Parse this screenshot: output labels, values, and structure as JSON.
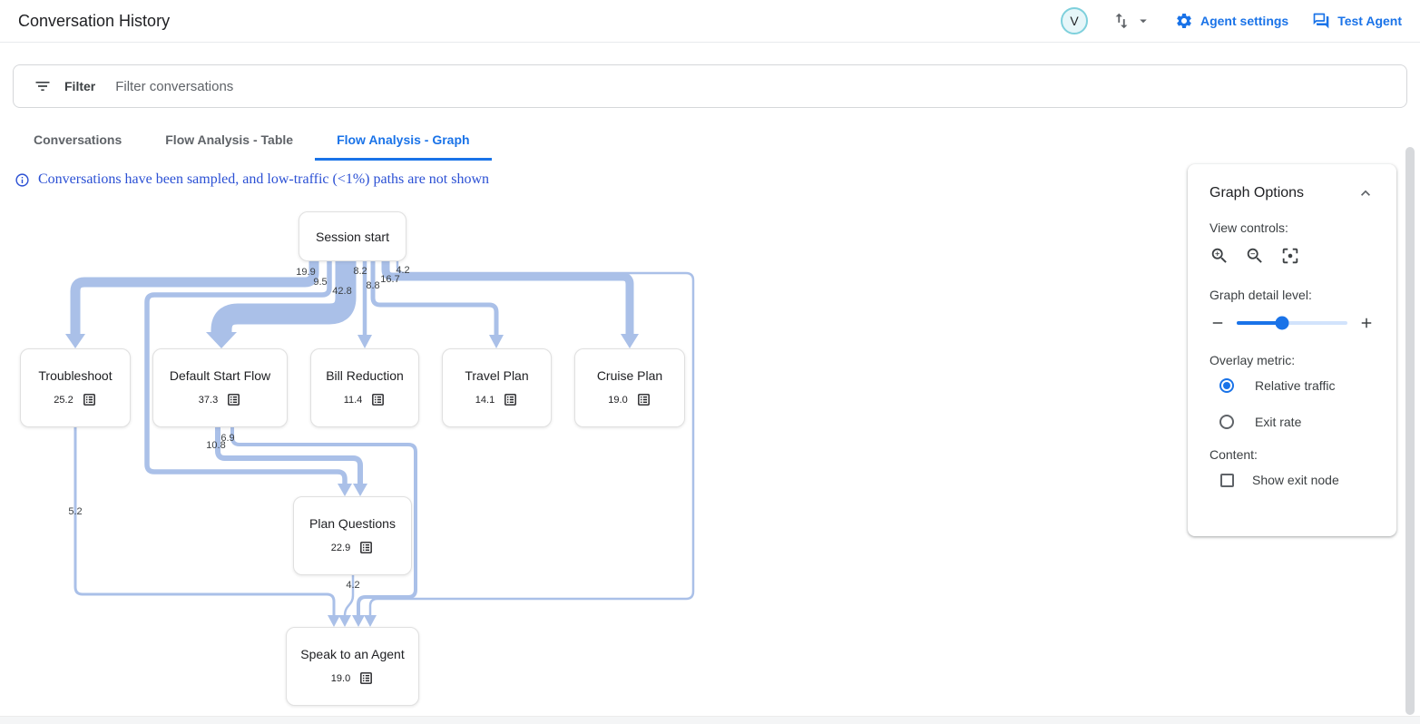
{
  "header": {
    "title": "Conversation History",
    "avatar_letter": "V",
    "agent_settings_label": "Agent settings",
    "test_agent_label": "Test Agent"
  },
  "filter_bar": {
    "filter_label": "Filter",
    "placeholder": "Filter conversations"
  },
  "tabs": [
    {
      "label": "Conversations",
      "active": false
    },
    {
      "label": "Flow Analysis - Table",
      "active": false
    },
    {
      "label": "Flow Analysis - Graph",
      "active": true
    }
  ],
  "notice": "Conversations have been sampled, and low-traffic (<1%) paths are not shown",
  "graph": {
    "nodes": [
      {
        "label": "Session start"
      },
      {
        "label": "Troubleshoot",
        "value": "25.2"
      },
      {
        "label": "Default Start Flow",
        "value": "37.3"
      },
      {
        "label": "Bill Reduction",
        "value": "11.4"
      },
      {
        "label": "Travel Plan",
        "value": "14.1"
      },
      {
        "label": "Cruise Plan",
        "value": "19.0"
      },
      {
        "label": "Plan Questions",
        "value": "22.9"
      },
      {
        "label": "Speak to an Agent",
        "value": "19.0"
      }
    ],
    "edges": [
      {
        "from": "Session start",
        "to": "Troubleshoot",
        "value": "19.9"
      },
      {
        "from": "Session start",
        "to": "Plan Questions",
        "value": "9.5"
      },
      {
        "from": "Session start",
        "to": "Default Start Flow",
        "value": "42.8"
      },
      {
        "from": "Session start",
        "to": "Bill Reduction",
        "value": "8.2"
      },
      {
        "from": "Session start",
        "to": "Travel Plan",
        "value": "8.8"
      },
      {
        "from": "Session start",
        "to": "Cruise Plan",
        "value": "16.7"
      },
      {
        "from": "Session start",
        "to": "Speak to an Agent",
        "value": "4.2"
      },
      {
        "from": "Default Start Flow",
        "to": "Plan Questions",
        "value": "10.8"
      },
      {
        "from": "Default Start Flow",
        "to": "Speak to an Agent",
        "value": "6.9"
      },
      {
        "from": "Troubleshoot",
        "to": "Speak to an Agent",
        "value": "5.2"
      },
      {
        "from": "Plan Questions",
        "to": "Speak to an Agent",
        "value": "4.2"
      }
    ]
  },
  "graph_options": {
    "title": "Graph Options",
    "view_controls_label": "View controls:",
    "detail_level_label": "Graph detail level:",
    "overlay_metric_label": "Overlay metric:",
    "metric_options": [
      {
        "label": "Relative traffic",
        "selected": true
      },
      {
        "label": "Exit rate",
        "selected": false
      }
    ],
    "content_label": "Content:",
    "show_exit_node_label": "Show exit node",
    "detail_slider_percent": 41
  },
  "colors": {
    "accent_blue": "#1a73e8",
    "edge_blue": "#aac0e8",
    "notice_blue": "#2b50d4",
    "avatar_ring": "#7ed0dc",
    "text_primary": "#202124",
    "text_secondary": "#5f6368"
  }
}
